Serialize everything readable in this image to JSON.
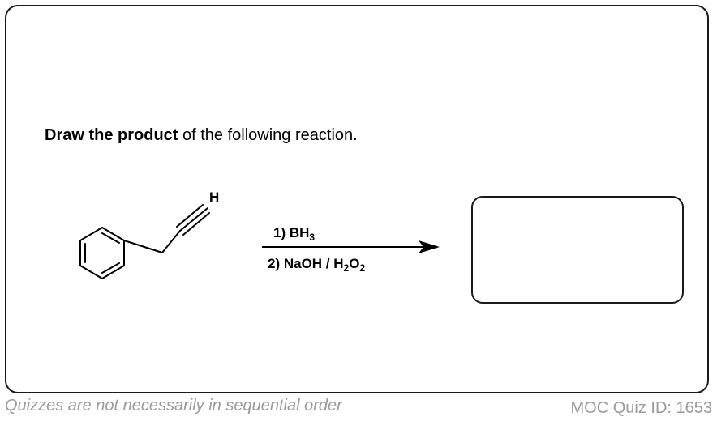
{
  "prompt": {
    "bold_text": "Draw the product",
    "rest_text": " of the following reaction."
  },
  "molecule": {
    "terminal_atom_label": "H"
  },
  "reaction": {
    "step1_prefix": "1) BH",
    "step1_subscript": "3",
    "step2_prefix": "2) NaOH / H",
    "step2_sub1": "2",
    "step2_mid": "O",
    "step2_sub2": "2"
  },
  "footer": {
    "disclaimer": "Quizzes are not necessarily in sequential order",
    "quiz_id": "MOC Quiz ID: 1653"
  },
  "colors": {
    "ink": "#000000",
    "footer_text": "#9a9a9a"
  }
}
